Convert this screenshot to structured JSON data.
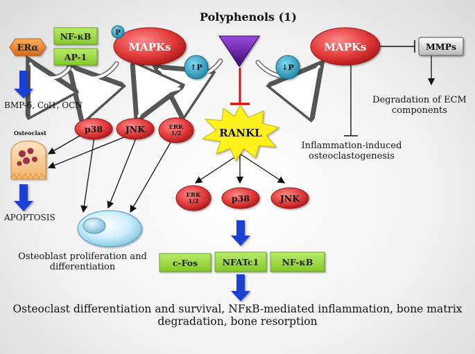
{
  "title": "Polyphenols (1)",
  "nodes": {
    "era": "ERα",
    "nfkb_top": "NF-κB",
    "ap1": "AP-1",
    "mapks_left": "MAPKs",
    "mapks_right": "MAPKs",
    "p_badge": "P",
    "up_p": "↑P",
    "down_p": "↓P",
    "mmps": "MMPs",
    "rankl": "RANKL",
    "p38_left": "p38",
    "jnk_left": "JNK",
    "erk_left": "ERK 1/2",
    "erk_mid": "ERK 1/2",
    "p38_mid": "p38",
    "jnk_mid": "JNK",
    "cfos": "c-Fos",
    "nfatc1": "NFATc1",
    "nfkb_bottom": "NF-κB"
  },
  "labels": {
    "bmp": "BMP-6, Col1, OCN",
    "osteoclast": "Osteoclast",
    "apoptosis": "APOPTOSIS",
    "osteoblast_line1": "Osteoblast proliferation and",
    "osteoblast_line2": "differentiation",
    "degradation_line1": "Degradation of ECM",
    "degradation_line2": "components",
    "inflammation_line1": "Inflammation-induced",
    "inflammation_line2": "osteoclastogenesis",
    "bottom_line1": "Osteoclast differentiation and survival, NFκB-mediated inflammation, bone matrix",
    "bottom_line2": "degradation, bone resorption"
  },
  "colors": {
    "red_node": "#e23b3b",
    "green_box": "#9bd83c",
    "teal_circle": "#2aa6c8",
    "purple_triangle": "#6a1aa8",
    "orange_hex": "#f08a24",
    "blue_arrow": "#1f3fd6",
    "inhibit_red": "#e01010",
    "starburst": "#fff21a"
  }
}
